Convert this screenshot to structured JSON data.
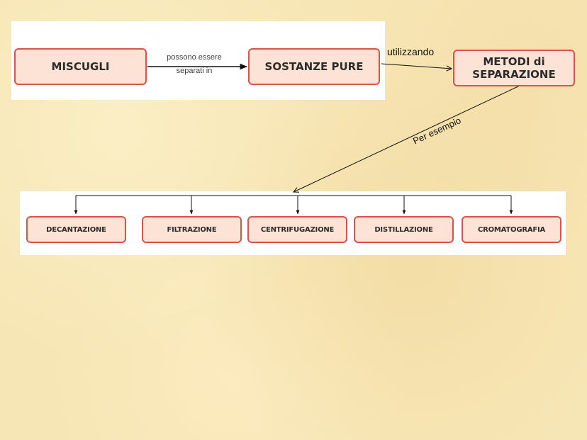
{
  "diagram": {
    "top_row": {
      "miscugli": "MISCUGLI",
      "edge_label_line1": "possono essere",
      "edge_label_line2": "separati in",
      "sostanze_pure": "SOSTANZE PURE",
      "utilizzando": "utilizzando",
      "metodi_line1": "METODI di",
      "metodi_line2": "SEPARAZIONE"
    },
    "per_esempio": "Per esempio",
    "methods": [
      "DECANTAZIONE",
      "FILTRAZIONE",
      "CENTRIFUGAZIONE",
      "DISTILLAZIONE",
      "CROMATOGRAFIA"
    ],
    "colors": {
      "background": "#f7e6b5",
      "box_fill": "#fde3d6",
      "box_border": "#d9534a",
      "text": "#2b2b2b"
    }
  }
}
